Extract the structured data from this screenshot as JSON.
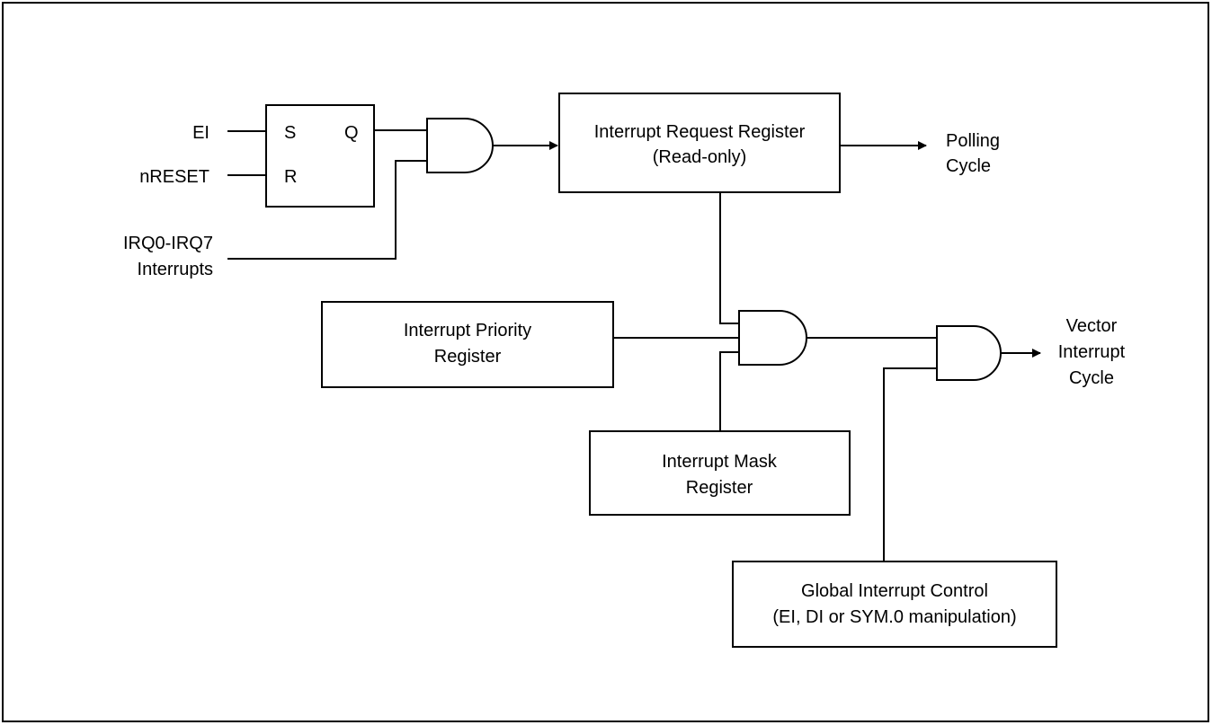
{
  "flipflop": {
    "s": "S",
    "r": "R",
    "q": "Q"
  },
  "inputs": {
    "ei": "EI",
    "nreset": "nRESET",
    "irq_line1": "IRQ0-IRQ7",
    "irq_line2": "Interrupts"
  },
  "irr": {
    "line1": "Interrupt Request Register",
    "line2": "(Read-only)"
  },
  "polling": {
    "line1": "Polling",
    "line2": "Cycle"
  },
  "ipr": {
    "line1": "Interrupt Priority",
    "line2": "Register"
  },
  "imr": {
    "line1": "Interrupt Mask",
    "line2": "Register"
  },
  "vector": {
    "line1": "Vector",
    "line2": "Interrupt",
    "line3": "Cycle"
  },
  "gic": {
    "line1": "Global Interrupt Control",
    "line2": "(EI, DI or SYM.0 manipulation)"
  },
  "icons": [
    "and-gate-icon",
    "sr-flipflop-icon",
    "arrow-right-icon"
  ]
}
